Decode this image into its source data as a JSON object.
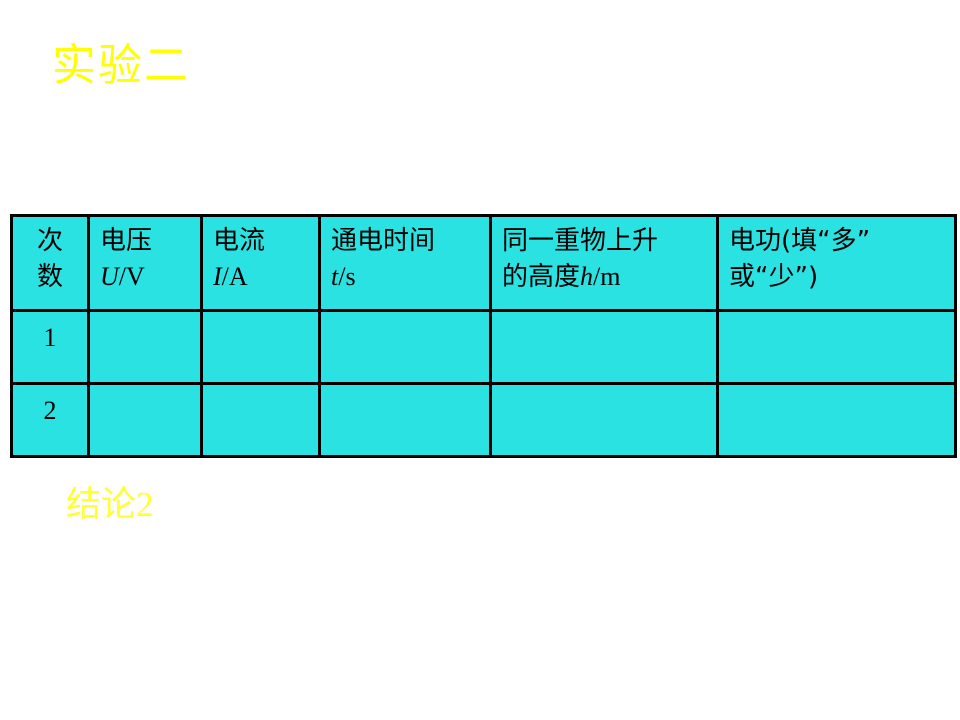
{
  "title": "实验二",
  "conclusion": {
    "label": "结论",
    "number": "2"
  },
  "colors": {
    "title_text": "#ffff00",
    "table_fill": "#2ae2e2",
    "table_border": "#000000",
    "background": "#ffffff"
  },
  "table": {
    "headers": [
      {
        "line1": "次",
        "line2": "数"
      },
      {
        "line1": "电压",
        "var": "U",
        "unit": "/V"
      },
      {
        "line1": "电流",
        "var": "I",
        "unit": "/A"
      },
      {
        "line1": "通电时间",
        "var": "t",
        "unit": "/s"
      },
      {
        "line1": "同一重物上升",
        "line2_prefix": "的高度",
        "var": "h",
        "unit": "/m"
      },
      {
        "line1": "电功(填“多”",
        "line2": "或“少”)"
      }
    ],
    "rows": [
      {
        "index": "1",
        "cells": [
          "",
          "",
          "",
          "",
          ""
        ]
      },
      {
        "index": "2",
        "cells": [
          "",
          "",
          "",
          "",
          ""
        ]
      }
    ]
  }
}
